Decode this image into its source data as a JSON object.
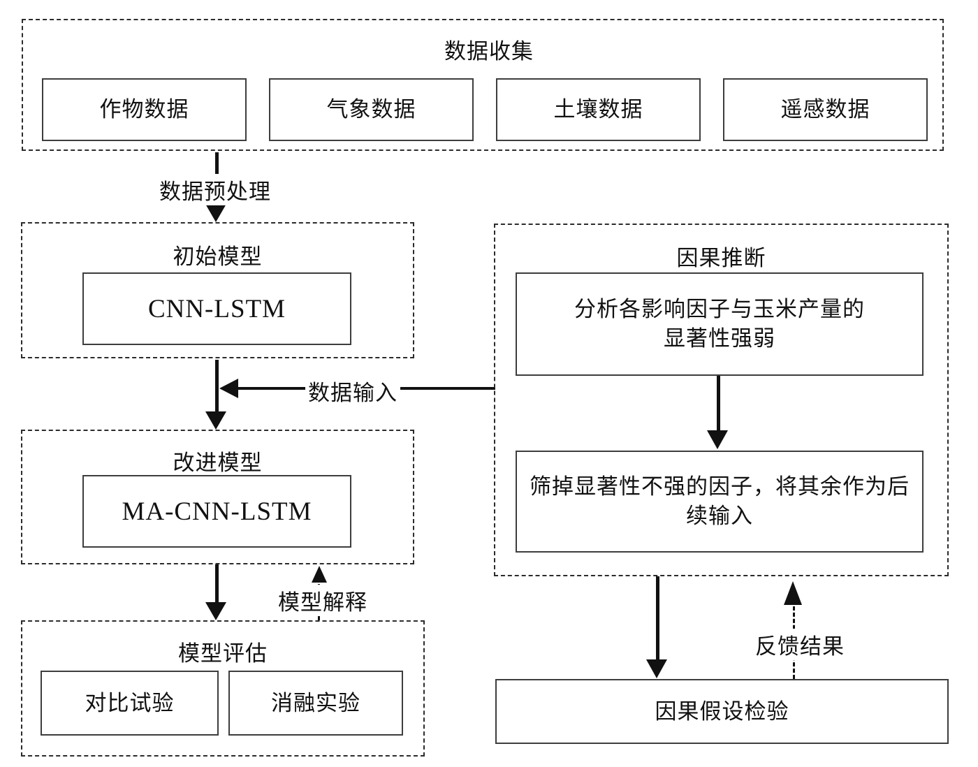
{
  "diagram": {
    "data_collection": {
      "title": "数据收集",
      "items": [
        {
          "label": "作物数据"
        },
        {
          "label": "气象数据"
        },
        {
          "label": "土壤数据"
        },
        {
          "label": "遥感数据"
        }
      ]
    },
    "preprocess_label": "数据预处理",
    "initial_model": {
      "title": "初始模型",
      "model": "CNN-LSTM"
    },
    "data_input_label": "数据输入",
    "improved_model": {
      "title": "改进模型",
      "model": "MA-CNN-LSTM"
    },
    "model_explain_label": "模型解释",
    "evaluation": {
      "title": "模型评估",
      "items": [
        {
          "label": "对比试验"
        },
        {
          "label": "消融实验"
        }
      ]
    },
    "causal_inference": {
      "title": "因果推断",
      "analyze_lines": [
        "分析各影响因子与玉米产量的",
        "显著性强弱"
      ],
      "filter_lines": [
        "筛掉显著性不强的因子，将其余作为后",
        "续输入"
      ]
    },
    "feedback_label": "反馈结果",
    "hypothesis_test_label": "因果假设检验"
  }
}
